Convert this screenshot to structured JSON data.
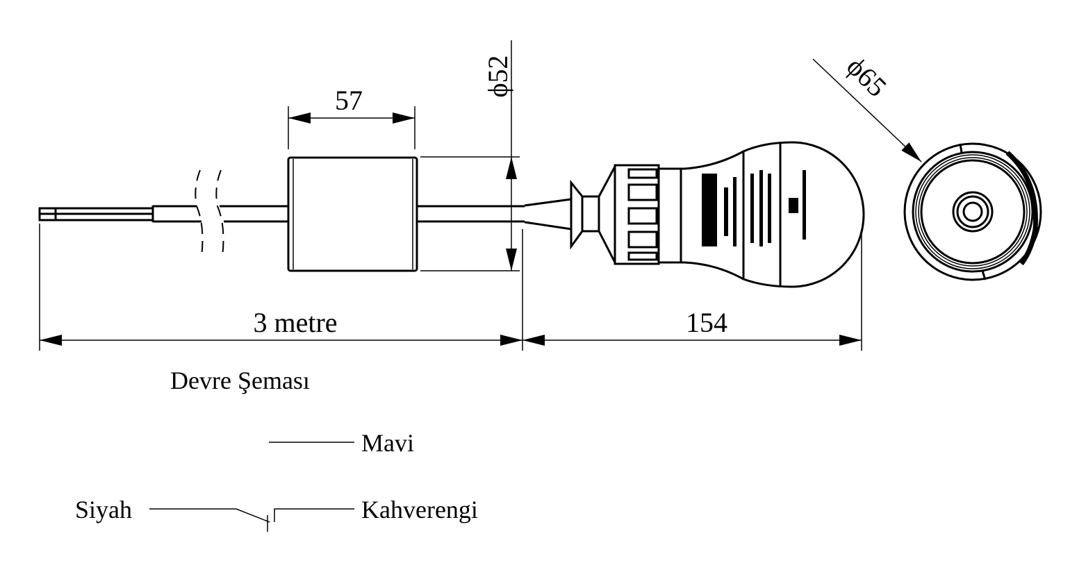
{
  "dimensions": {
    "cylinder_length": "57",
    "cylinder_diameter": "ϕ52",
    "cable_length": "3 metre",
    "handle_length": "154",
    "head_diameter": "ϕ65"
  },
  "schematic": {
    "title": "Devre Şeması",
    "wire_blue": "Mavi",
    "wire_black": "Siyah",
    "wire_brown": "Kahverengi"
  },
  "colors": {
    "line": "#000000",
    "background": "#ffffff"
  }
}
